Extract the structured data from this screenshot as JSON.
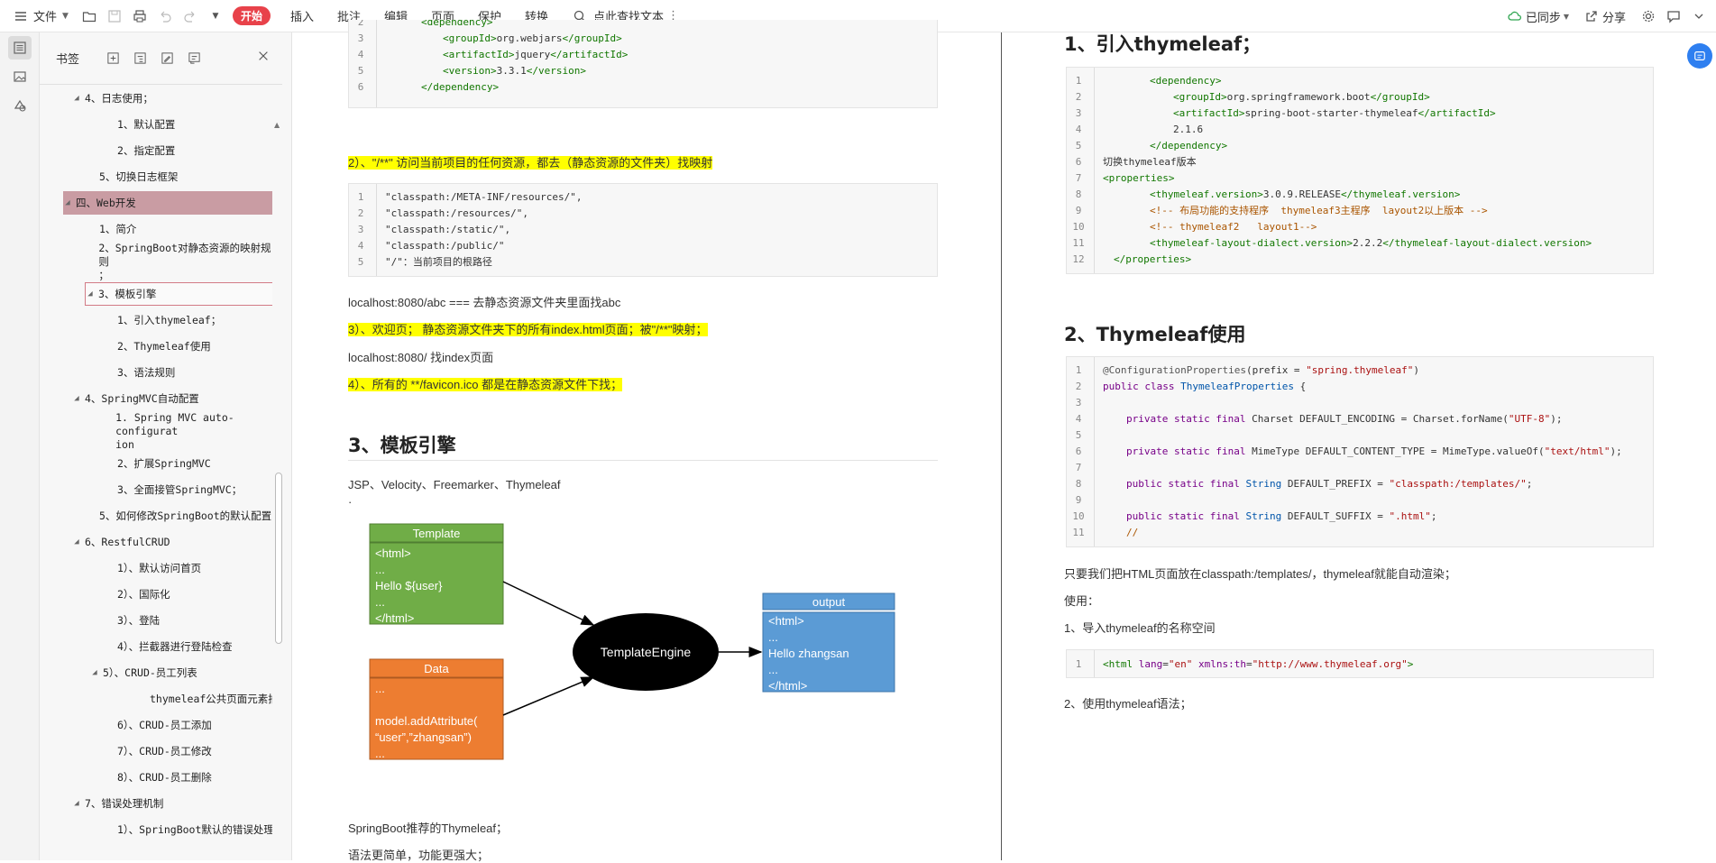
{
  "toolbar": {
    "file_label": "文件",
    "tabs": [
      "开始",
      "插入",
      "批注",
      "编辑",
      "页面",
      "保护",
      "转换"
    ],
    "search_label": "点此查找文本",
    "sync_label": "已同步",
    "share_label": "分享"
  },
  "bookmark_panel": {
    "title": "书签",
    "items": [
      {
        "label": "4、日志使用；",
        "indent": 2,
        "arrow": true
      },
      {
        "label": "1、默认配置",
        "indent": 3
      },
      {
        "label": "2、指定配置",
        "indent": 3
      },
      {
        "label": "5、切换日志框架",
        "indent": 2
      },
      {
        "label": "四、Web开发",
        "indent": 1,
        "arrow": true,
        "selected": true
      },
      {
        "label": "1、简介",
        "indent": 2
      },
      {
        "label": "2、SpringBoot对静态资源的映射规则",
        "label2": "；",
        "indent": 2
      },
      {
        "label": "3、模板引擎",
        "indent": 2,
        "arrow": true,
        "boxed": true
      },
      {
        "label": "1、引入thymeleaf；",
        "indent": 3
      },
      {
        "label": "2、Thymeleaf使用",
        "indent": 3
      },
      {
        "label": "3、语法规则",
        "indent": 3
      },
      {
        "label": "4、SpringMVC自动配置",
        "indent": 2,
        "arrow": true
      },
      {
        "label": "1. Spring MVC auto-configurat",
        "label2": "ion",
        "indent": 3
      },
      {
        "label": "2、扩展SpringMVC",
        "indent": 3
      },
      {
        "label": "3、全面接管SpringMVC；",
        "indent": 3
      },
      {
        "label": "5、如何修改SpringBoot的默认配置",
        "indent": 2
      },
      {
        "label": "6、RestfulCRUD",
        "indent": 2,
        "arrow": true
      },
      {
        "label": "1）、默认访问首页",
        "indent": 3
      },
      {
        "label": "2）、国际化",
        "indent": 3
      },
      {
        "label": "3）、登陆",
        "indent": 3
      },
      {
        "label": "4）、拦截器进行登陆检查",
        "indent": 3
      },
      {
        "label": "5）、CRUD-员工列表",
        "indent": 3,
        "arrow": true
      },
      {
        "label": "thymeleaf公共页面元素抽取",
        "indent": 4
      },
      {
        "label": "6）、CRUD-员工添加",
        "indent": 3
      },
      {
        "label": "7）、CRUD-员工修改",
        "indent": 3
      },
      {
        "label": "8）、CRUD-员工删除",
        "indent": 3
      },
      {
        "label": "7、错误处理机制",
        "indent": 2,
        "arrow": true
      },
      {
        "label": "1）、SpringBoot默认的错误处理",
        "indent": 3
      }
    ]
  },
  "left_page": {
    "code1": {
      "lines": [
        {
          "n": "2",
          "html": "<span class='tag'>&lt;dependency&gt;</span>",
          "indent": 40
        },
        {
          "n": "3",
          "html": "<span class='tag'>&lt;groupId&gt;</span>org.webjars<span class='tag'>&lt;/groupId&gt;</span>",
          "indent": 64
        },
        {
          "n": "4",
          "html": "<span class='tag'>&lt;artifactId&gt;</span>jquery<span class='tag'>&lt;/artifactId&gt;</span>",
          "indent": 64
        },
        {
          "n": "5",
          "html": "<span class='tag'>&lt;version&gt;</span>3.3.1<span class='tag'>&lt;/version&gt;</span>",
          "indent": 64
        },
        {
          "n": "6",
          "html": "<span class='tag'>&lt;/dependency&gt;</span>",
          "indent": 40
        }
      ]
    },
    "para_static": "2）、\"/**\" 访问当前项目的任何资源，都去（静态资源的文件夹）找映射",
    "code2": {
      "lines": [
        {
          "n": "1",
          "html": "\"classpath:/META-INF/resources/\","
        },
        {
          "n": "2",
          "html": "\"classpath:/resources/\","
        },
        {
          "n": "3",
          "html": "\"classpath:/static/\","
        },
        {
          "n": "4",
          "html": "\"classpath:/public/\""
        },
        {
          "n": "5",
          "html": "\"/\"：当前项目的根路径"
        }
      ]
    },
    "para_abc": "localhost:8080/abc ===  去静态资源文件夹里面找abc",
    "para_welcome": "3）、欢迎页； 静态资源文件夹下的所有index.html页面；被\"/**\"映射；",
    "para_index": " localhost:8080/   找index页面",
    "para_favicon": "4）、所有的 **/favicon.ico 都是在静态资源文件下找；",
    "heading3": "3、模板引擎",
    "engines": "JSP、Velocity、Freemarker、Thymeleaf",
    "dot": "·",
    "diagram": {
      "template_title": "Template",
      "template_lines": [
        "<html>",
        "...",
        "Hello ${user}",
        "...",
        "</html>"
      ],
      "data_title": "Data",
      "data_lines": [
        "...",
        "",
        "model.addAttribute(",
        "“user”,”zhangsan”)",
        "..."
      ],
      "engine_label": "TemplateEngine",
      "output_title": "output",
      "output_lines": [
        "<html>",
        "...",
        "Hello zhangsan",
        "...",
        "</html>"
      ],
      "colors": {
        "template": "#70ad47",
        "data": "#ed7d31",
        "output": "#5b9bd5",
        "engine": "#000000"
      }
    },
    "para_recommend": "SpringBoot推荐的Thymeleaf；",
    "para_simple": "语法更简单，功能更强大；"
  },
  "right_page": {
    "heading1": "1、引入thymeleaf；",
    "code1": {
      "lines": [
        {
          "n": "1",
          "html": "<span class='tag'>&lt;dependency&gt;</span>",
          "indent": 52
        },
        {
          "n": "2",
          "html": "<span class='tag'>&lt;groupId&gt;</span>org.springframework.boot<span class='tag'>&lt;/groupId&gt;</span>",
          "indent": 78
        },
        {
          "n": "3",
          "html": "<span class='tag'>&lt;artifactId&gt;</span>spring-boot-starter-thymeleaf<span class='tag'>&lt;/artifactId&gt;</span>",
          "indent": 78
        },
        {
          "n": "4",
          "html": "2.1.6",
          "indent": 78
        },
        {
          "n": "5",
          "html": "<span class='tag'>&lt;/dependency&gt;</span>",
          "indent": 52
        },
        {
          "n": "6",
          "html": "切换thymeleaf版本",
          "indent": 0
        },
        {
          "n": "7",
          "html": "<span class='tag'>&lt;properties&gt;</span>",
          "indent": 0
        },
        {
          "n": "8",
          "html": "<span class='tag'>&lt;thymeleaf.version&gt;</span>3.0.9.RELEASE<span class='tag'>&lt;/thymeleaf.version&gt;</span>",
          "indent": 52
        },
        {
          "n": "9",
          "html": "<span class='cmt'>&lt;!-- 布局功能的支持程序  thymeleaf3主程序  layout2以上版本 --&gt;</span>",
          "indent": 52
        },
        {
          "n": "10",
          "html": "<span class='cmt'>&lt;!-- thymeleaf2   layout1--&gt;</span>",
          "indent": 52
        },
        {
          "n": "11",
          "html": "<span class='tag'>&lt;thymeleaf-layout-dialect.version&gt;</span>2.2.2<span class='tag'>&lt;/thymeleaf-layout-dialect.version&gt;</span>",
          "indent": 52
        },
        {
          "n": "12",
          "html": "<span class='tag'>&lt;/properties&gt;</span>",
          "indent": 12
        }
      ]
    },
    "heading2": "2、Thymeleaf使用",
    "code2": {
      "lines": [
        {
          "n": "1",
          "html": "<span class='ann'>@ConfigurationProperties</span>(prefix = <span class='str'>\"spring.thymeleaf\"</span>)",
          "indent": 0
        },
        {
          "n": "2",
          "html": "<span class='kw'>public</span> <span class='kw'>class</span> <span class='ty'>ThymeleafProperties</span> {",
          "indent": 0
        },
        {
          "n": "3",
          "html": "",
          "indent": 0
        },
        {
          "n": "4",
          "html": "<span class='kw'>private</span> <span class='kw'>static</span> <span class='kw'>final</span> Charset DEFAULT_ENCODING = Charset.forName(<span class='str'>\"UTF-8\"</span>);",
          "indent": 26
        },
        {
          "n": "5",
          "html": "",
          "indent": 0
        },
        {
          "n": "6",
          "html": "<span class='kw'>private</span> <span class='kw'>static</span> <span class='kw'>final</span> MimeType DEFAULT_CONTENT_TYPE = MimeType.valueOf(<span class='str'>\"text/html\"</span>);",
          "indent": 26
        },
        {
          "n": "7",
          "html": "",
          "indent": 0
        },
        {
          "n": "8",
          "html": "<span class='kw'>public</span> <span class='kw'>static</span> <span class='kw'>final</span> <span class='ty'>String</span> DEFAULT_PREFIX = <span class='str'>\"classpath:/templates/\"</span>;",
          "indent": 26
        },
        {
          "n": "9",
          "html": "",
          "indent": 0
        },
        {
          "n": "10",
          "html": "<span class='kw'>public</span> <span class='kw'>static</span> <span class='kw'>final</span> <span class='ty'>String</span> DEFAULT_SUFFIX = <span class='str'>\".html\"</span>;",
          "indent": 26
        },
        {
          "n": "11",
          "html": "<span class='cmt'>//</span>",
          "indent": 26
        }
      ]
    },
    "para_put": "只要我们把HTML页面放在classpath:/templates/，thymeleaf就能自动渲染；",
    "para_use": "使用：",
    "para_import": "1、导入thymeleaf的名称空间",
    "code3": {
      "lines": [
        {
          "n": "1",
          "html": "<span class='tag'>&lt;html</span> <span class='kw'>lang</span>=<span class='str'>\"en\"</span> <span class='kw'>xmlns:th</span>=<span class='str'>\"http://www.thymeleaf.org\"</span><span class='tag'>&gt;</span>",
          "indent": 0
        }
      ]
    },
    "para_syntax": "2、使用thymeleaf语法；"
  }
}
